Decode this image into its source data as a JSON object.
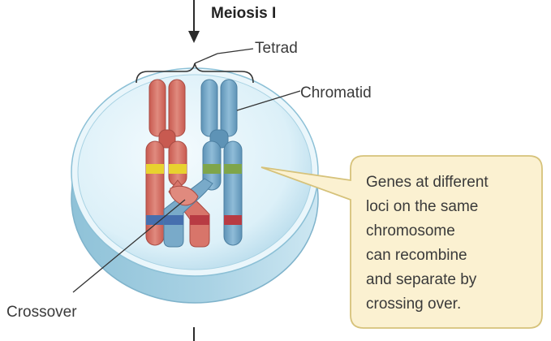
{
  "title": "Meiosis I",
  "labels": {
    "tetrad": "Tetrad",
    "chromatid": "Chromatid",
    "crossover": "Crossover"
  },
  "callout": {
    "lines": [
      "Genes at different",
      "loci on the same",
      "chromosome",
      "can recombine",
      "and separate by",
      "crossing over."
    ],
    "fill_color": "#fbf1d1",
    "border_color": "#d6c27a"
  },
  "colors": {
    "maternal_chromosome": "#d8756a",
    "paternal_chromosome": "#79aac9",
    "gene_band_a_on_maternal": "#e8d22f",
    "gene_band_a_on_paternal": "#7fa54a",
    "gene_band_b_on_maternal": "#466fae",
    "gene_band_b_on_paternal": "#b83b43",
    "cell": "#c9e4f0"
  }
}
